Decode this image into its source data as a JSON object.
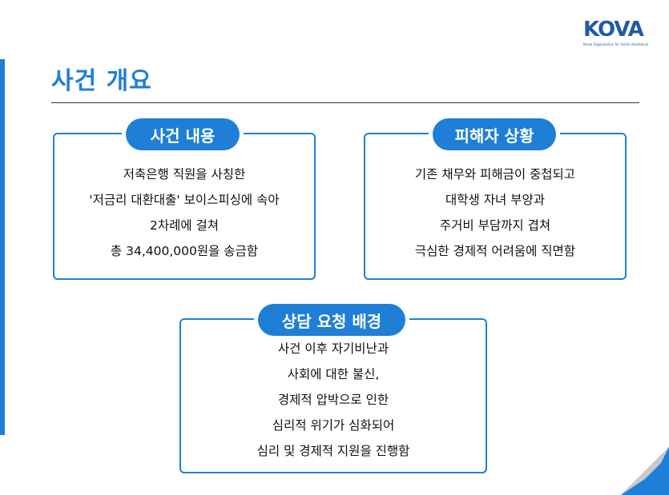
{
  "logo": {
    "text": "KOVA",
    "subtitle": "Korea Organization for Victim Assistance"
  },
  "page_title": "사건 개요",
  "sections": {
    "incident": {
      "heading": "사건 내용",
      "lines": [
        "저축은행 직원을 사칭한",
        "'저금리 대환대출' 보이스피싱에 속아",
        "2차례에 걸쳐",
        "총 34,400,000원을 송금함"
      ]
    },
    "damage": {
      "heading": "피해자 상황",
      "lines": [
        "기존 채무와 피해금이 중첩되고",
        "대학생 자녀 부양과",
        "주거비 부담까지 겹쳐",
        "극심한 경제적 어려움에 직면함"
      ]
    },
    "request": {
      "heading": "상담 요청 배경",
      "lines": [
        "사건 이후 자기비난과",
        "사회에 대한 불신,",
        "경제적 압박으로 인한",
        "심리적 위기가 심화되어",
        "심리 및 경제적 지원을 진행함"
      ]
    }
  },
  "colors": {
    "accent": "#1f7fd6",
    "logo": "#1f5aa6"
  }
}
